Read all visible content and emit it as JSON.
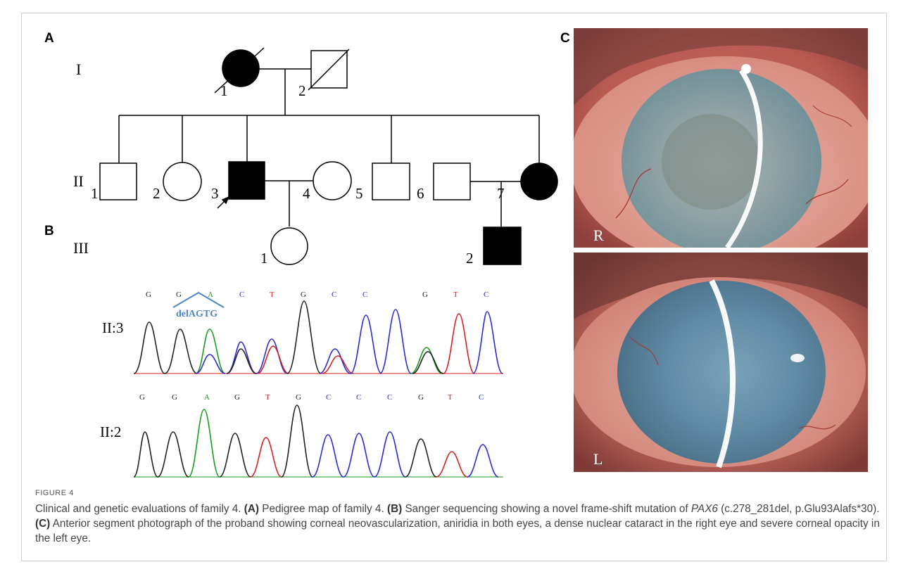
{
  "panels": {
    "a": "A",
    "b": "B",
    "c": "C"
  },
  "pedigree": {
    "generations": [
      "I",
      "II",
      "III"
    ],
    "gen1": [
      "1",
      "2"
    ],
    "gen2": [
      "1",
      "2",
      "3",
      "4",
      "5",
      "6",
      "7"
    ],
    "gen3": [
      "1",
      "2"
    ]
  },
  "sequencing": {
    "row1_label": "II:3",
    "row1_bases": [
      "G",
      "G",
      "A",
      "C",
      "T",
      "G",
      "C",
      "C",
      "G",
      "T",
      "C"
    ],
    "deletion_label": "delAGTG",
    "row2_label": "II:2",
    "row2_bases": [
      "G",
      "G",
      "A",
      "G",
      "T",
      "G",
      "C",
      "C",
      "C",
      "G",
      "T",
      "C"
    ],
    "colors": {
      "G": "#222222",
      "A": "#1a9a1a",
      "C": "#2b2bd6",
      "T": "#d62020",
      "del": "#4a86c8"
    }
  },
  "photos": {
    "right_eye": "R",
    "left_eye": "L"
  },
  "caption": {
    "figure_label": "FIGURE 4",
    "intro": "Clinical and genetic evaluations of family 4.",
    "a_tag": "(A)",
    "a_text": "Pedigree map of family 4.",
    "b_tag": "(B)",
    "b_text_1": "Sanger sequencing showing a novel frame-shift mutation of",
    "gene": "PAX6",
    "b_text_2": "(c.278_281del, p.Glu93Alafs*30).",
    "c_tag": "(C)",
    "c_text": "Anterior segment photograph of the proband showing corneal neovascularization, aniridia in both eyes, a dense nuclear cataract in the right eye and severe corneal opacity in the left eye."
  }
}
